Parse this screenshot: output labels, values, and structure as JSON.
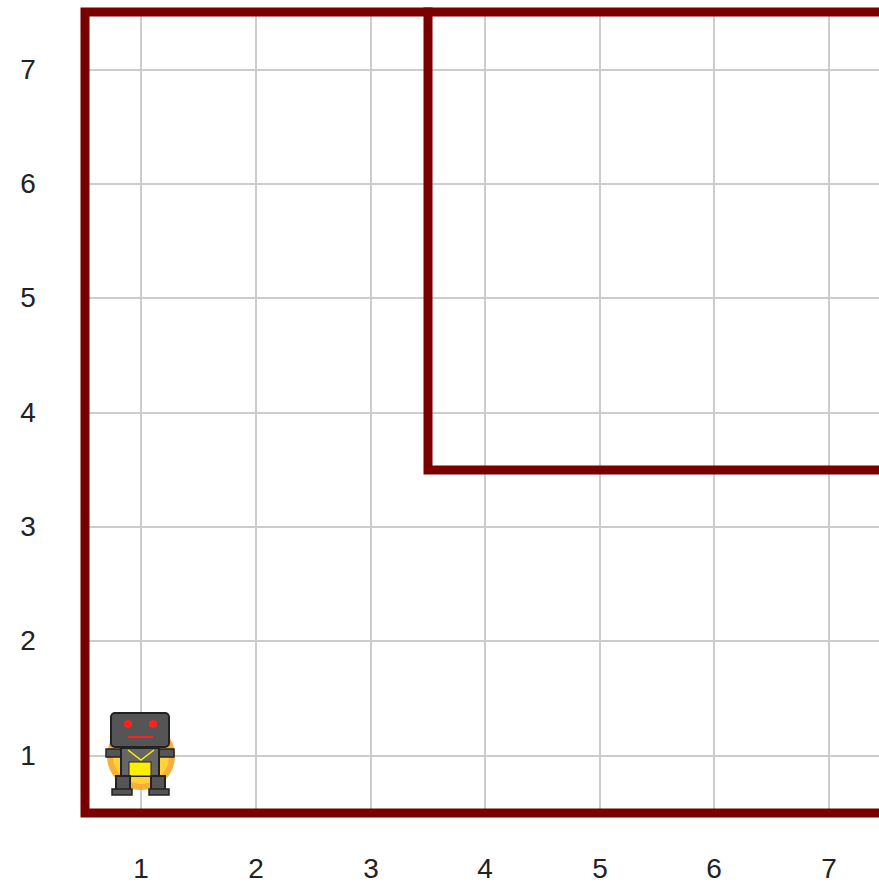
{
  "diagram": {
    "labels": [
      "7",
      "6",
      "5",
      "4",
      "3",
      "2",
      "1",
      "1",
      "2",
      "3",
      "4",
      "5",
      "6",
      "7"
    ]
  }
}
